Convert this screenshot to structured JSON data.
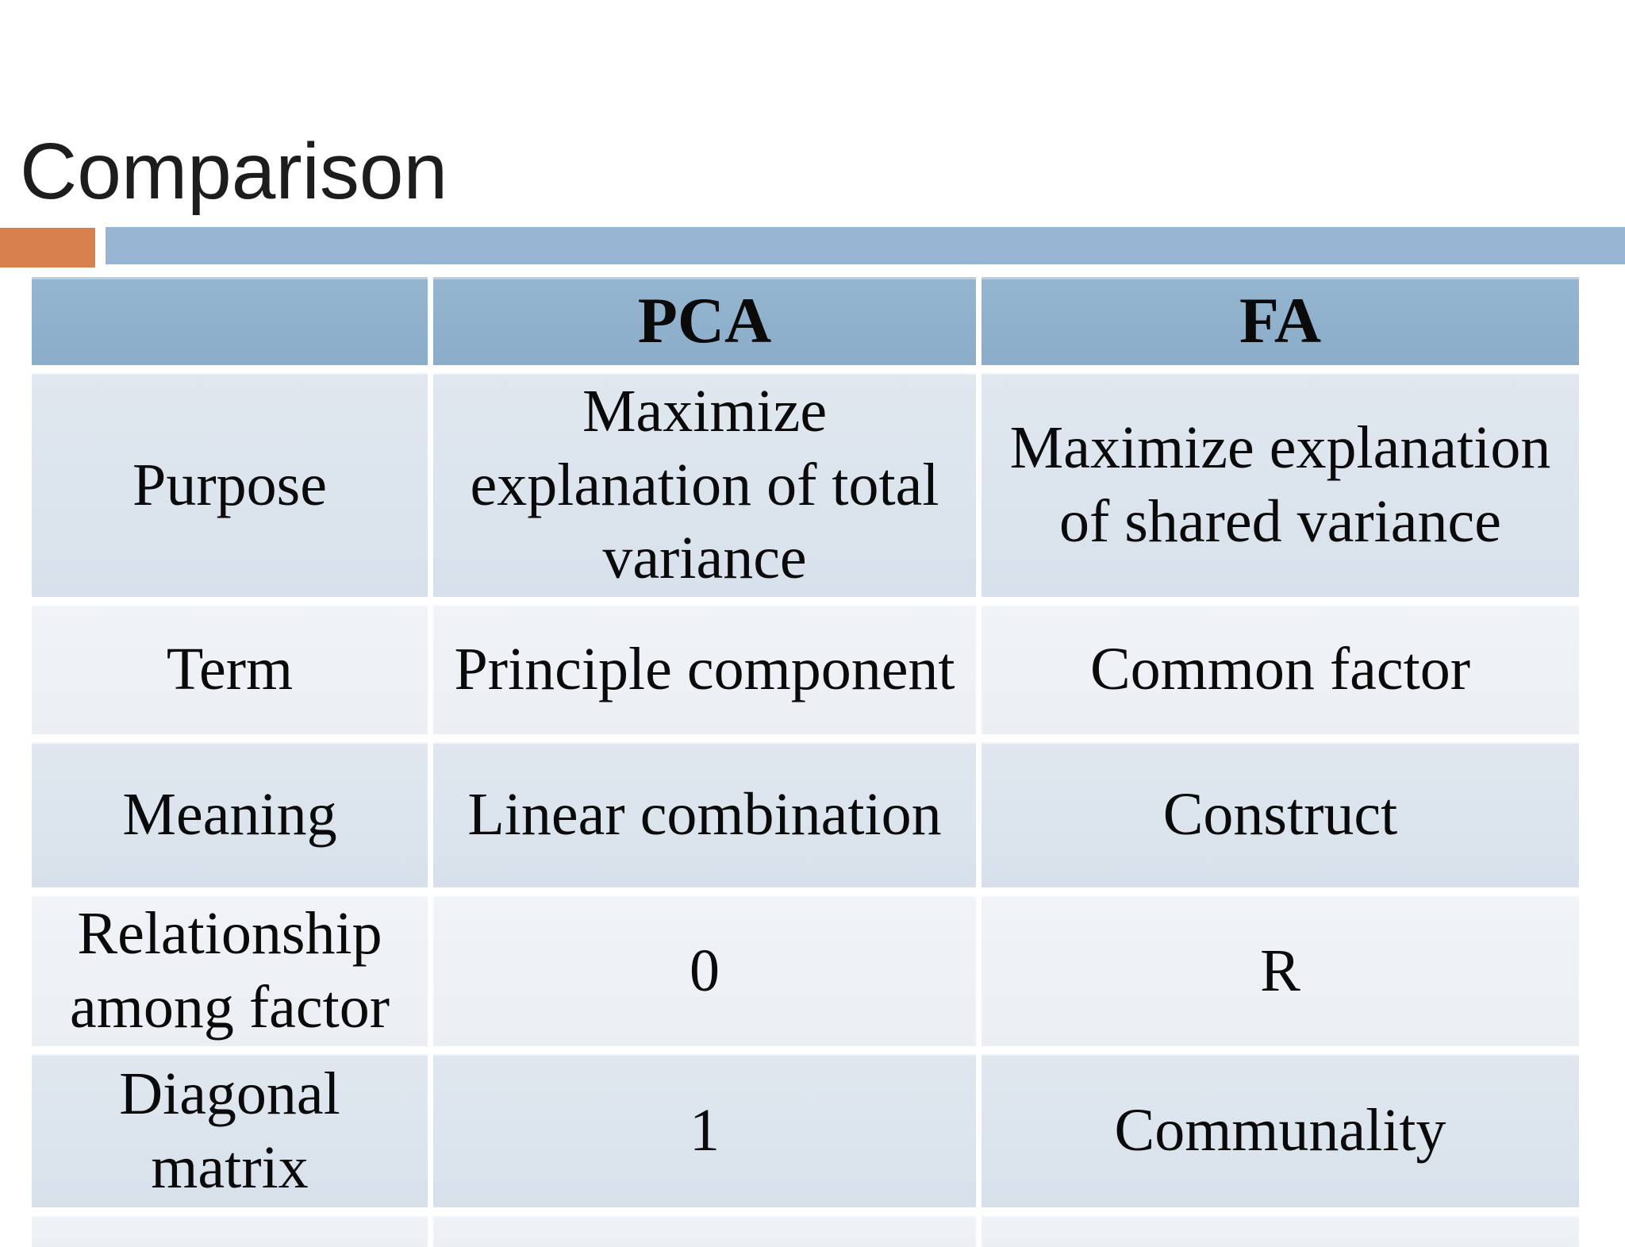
{
  "slide": {
    "title": "Comparison",
    "colors": {
      "background": "#FFFFFF",
      "title_text": "#1D1D1D",
      "accent_orange": "#D9814E",
      "accent_blue_bar": "#97B5D3",
      "table_header_bg": "#8FB0CB",
      "row_band_dark": "#DBE3EC",
      "row_band_light": "#EEF1F5",
      "table_text": "#0A0A0A"
    },
    "table": {
      "columns": [
        "",
        "PCA",
        "FA"
      ],
      "rows": [
        {
          "label": "Purpose",
          "pca": "Maximize\nexplanation of total\nvariance",
          "fa": "Maximize explanation\nof shared variance"
        },
        {
          "label": "Term",
          "pca": "Principle component",
          "fa": "Common factor"
        },
        {
          "label": "Meaning",
          "pca": "Linear combination",
          "fa": "Construct"
        },
        {
          "label": "Relationship\namong factor",
          "pca": "0",
          "fa": "R"
        },
        {
          "label": "Diagonal\nmatrix",
          "pca": "1",
          "fa": "Communality"
        }
      ]
    }
  }
}
